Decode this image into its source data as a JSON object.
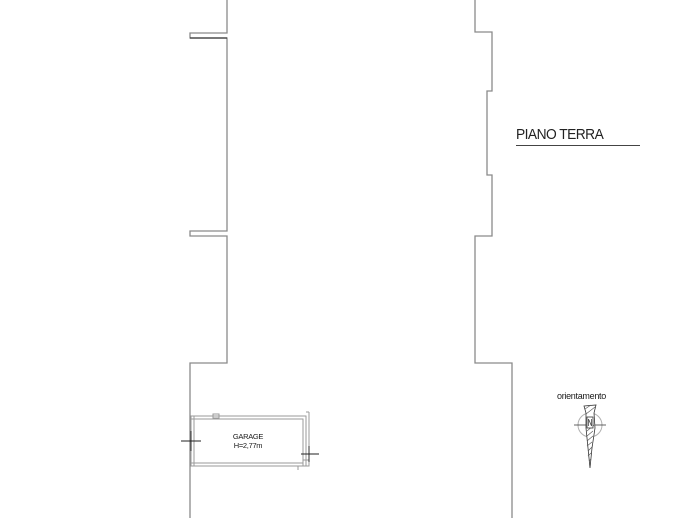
{
  "drawing": {
    "title": "PIANO TERRA",
    "rooms": [
      {
        "name": "GARAGE",
        "height_label": "H=2,77m"
      }
    ],
    "orientation": {
      "label": "orientamento",
      "icon": "north-arrow-compass-icon"
    }
  },
  "colors": {
    "background": "#ffffff",
    "wall_lines": "#8a8a8a",
    "text": "#1a1a1a"
  }
}
